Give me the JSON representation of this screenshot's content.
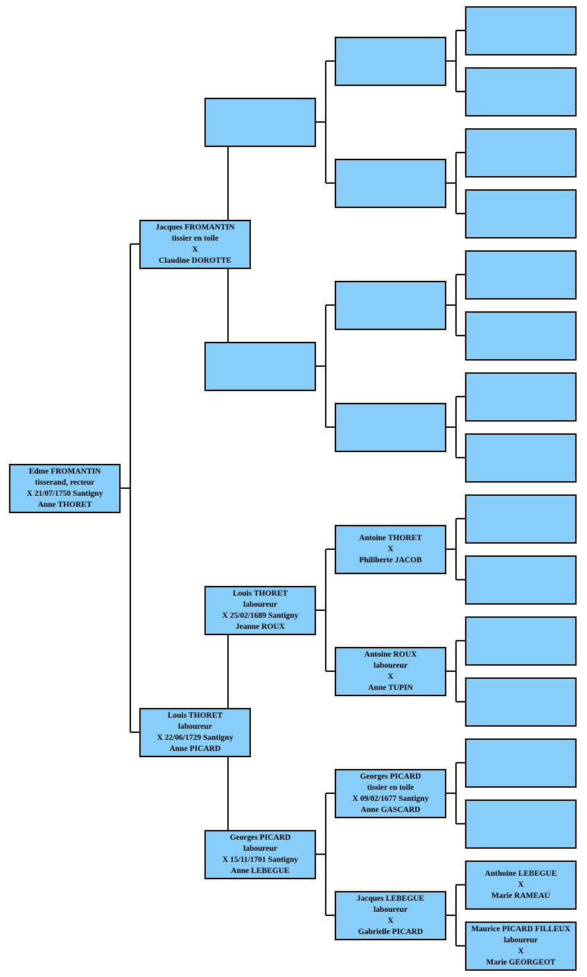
{
  "colors": {
    "box_fill": "#87cefa",
    "border": "#000000",
    "background": "#ffffff"
  },
  "tree": {
    "root": {
      "lines": [
        "Edme FROMANTIN",
        "tisserand, recteur",
        "X  21/07/1750  Santigny",
        "Anne THORET"
      ]
    },
    "gen1": [
      {
        "lines": [
          "Jacques FROMANTIN",
          "tissier en toile",
          "X",
          "Claudine DOROTTE"
        ]
      },
      {
        "lines": [
          "Louis THORET",
          "laboureur",
          "X  22/06/1729  Santigny",
          "Anne PICARD"
        ]
      }
    ],
    "gen2": [
      {
        "lines": []
      },
      {
        "lines": []
      },
      {
        "lines": [
          "Louis THORET",
          "laboureur",
          "X  25/02/1689  Santigny",
          "Jeanne ROUX"
        ]
      },
      {
        "lines": [
          "Georges PICARD",
          "laboureur",
          "X  15/11/1701  Santigny",
          "Anne LEBEGUE"
        ]
      }
    ],
    "gen3": [
      {
        "lines": []
      },
      {
        "lines": []
      },
      {
        "lines": []
      },
      {
        "lines": []
      },
      {
        "lines": [
          "Antoine THORET",
          "X",
          "Philiberte JACOB"
        ]
      },
      {
        "lines": [
          "Antoine ROUX",
          "laboureur",
          "X",
          "Anne TUPIN"
        ]
      },
      {
        "lines": [
          "Georges PICARD",
          "tissier en toile",
          "X  09/02/1677  Santigny",
          "Anne GASCARD"
        ]
      },
      {
        "lines": [
          "Jacques LEBEGUE",
          "laboureur",
          "X",
          "Gabrielle PICARD"
        ]
      }
    ],
    "gen4": [
      {
        "lines": []
      },
      {
        "lines": []
      },
      {
        "lines": []
      },
      {
        "lines": []
      },
      {
        "lines": []
      },
      {
        "lines": []
      },
      {
        "lines": []
      },
      {
        "lines": []
      },
      {
        "lines": []
      },
      {
        "lines": []
      },
      {
        "lines": []
      },
      {
        "lines": []
      },
      {
        "lines": []
      },
      {
        "lines": []
      },
      {
        "lines": [
          "Anthoine LEBEGUE",
          "X",
          "Marie RAMEAU"
        ]
      },
      {
        "lines": [
          "Maurice PICARD FILLEUX",
          "laboureur",
          "X",
          "Marie GEORGEOT"
        ]
      }
    ]
  }
}
